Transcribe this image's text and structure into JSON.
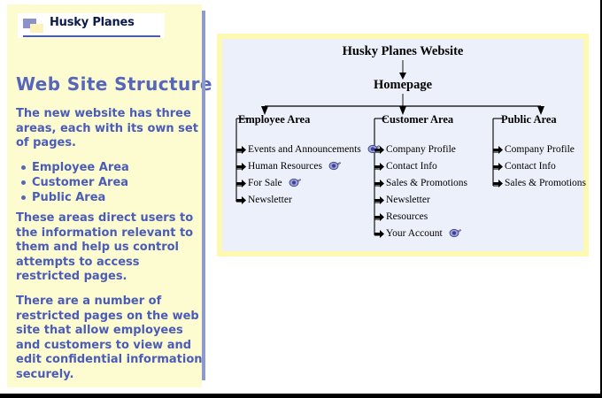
{
  "sidebar": {
    "logo": {
      "text": "Husky Planes",
      "mark_blue": "#8c92c8",
      "mark_yellow": "#fdf3b8"
    },
    "headline": "Web Site Structure",
    "paragraph1": "The new website has three areas, each with its own set of pages.",
    "bullets": [
      "Employee Area",
      "Customer Area",
      "Public Area"
    ],
    "paragraph2": "These areas direct users to the information relevant to them and help us control attempts to access restricted pages.",
    "paragraph3": "There are a number of restricted pages on the web site that allow employees and customers to view and edit confidential information securely.",
    "background": "#fdfbd0",
    "text_color": "#4a5cb8",
    "headline_color": "#5566bb"
  },
  "diagram": {
    "background": "#ecf0fa",
    "border_color": "#fdf9b0",
    "root": "Husky Planes Website",
    "homepage": "Homepage",
    "columns": [
      {
        "area": "Employee Area",
        "items": [
          {
            "label": "Events and Announcements",
            "locked": true
          },
          {
            "label": "Human Resources",
            "locked": true
          },
          {
            "label": "For Sale",
            "locked": true
          },
          {
            "label": "Newsletter",
            "locked": false
          }
        ]
      },
      {
        "area": "Customer Area",
        "items": [
          {
            "label": "Company Profile",
            "locked": false
          },
          {
            "label": "Contact Info",
            "locked": false
          },
          {
            "label": "Sales & Promotions",
            "locked": false
          },
          {
            "label": "Newsletter",
            "locked": false
          },
          {
            "label": "Resources",
            "locked": false
          },
          {
            "label": "Your Account",
            "locked": true
          }
        ]
      },
      {
        "area": "Public Area",
        "items": [
          {
            "label": "Company Profile",
            "locked": false
          },
          {
            "label": "Contact Info",
            "locked": false
          },
          {
            "label": "Sales & Promotions",
            "locked": false
          }
        ]
      }
    ],
    "lock_icon": "lock-icon",
    "lock_color": "#6b6fc0"
  }
}
